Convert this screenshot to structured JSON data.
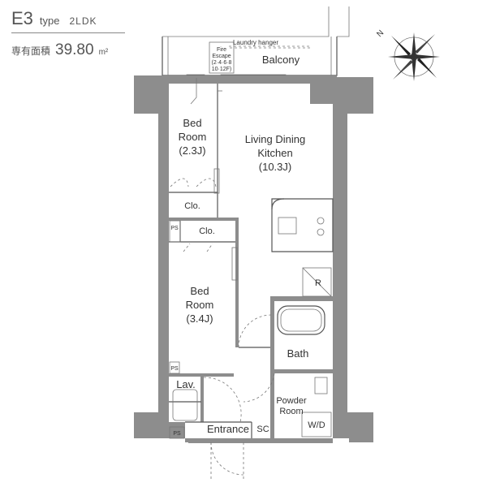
{
  "header": {
    "unit_code": "E3",
    "type_word": "type",
    "layout": "2LDK",
    "area_label": "専有面積",
    "area_value": "39.80",
    "area_unit": "m²"
  },
  "rooms": {
    "balcony": "Balcony",
    "laundry": "Laundry hanger",
    "fire_escape_1": "Fire",
    "fire_escape_2": "Escape",
    "fire_escape_3": "(2·4·6·8",
    "fire_escape_4": "10·12F)",
    "bed1_name_1": "Bed",
    "bed1_name_2": "Room",
    "bed1_size": "(2.3J)",
    "ldk_name_1": "Living Dining",
    "ldk_name_2": "Kitchen",
    "ldk_size": "(10.3J)",
    "clo_1": "Clo.",
    "clo_2": "Clo.",
    "ps_1": "PS",
    "ps_2": "PS",
    "ps_3": "PS",
    "bed2_name_1": "Bed",
    "bed2_name_2": "Room",
    "bed2_size": "(3.4J)",
    "refrigerator": "R",
    "bath": "Bath",
    "lav": "Lav.",
    "powder_1": "Powder",
    "powder_2": "Room",
    "washer": "W/D",
    "entrance": "Entrance",
    "shoe_closet": "SC"
  },
  "compass": {
    "north": "N"
  },
  "colors": {
    "wall": "#8d8d8d",
    "text": "#333333"
  }
}
